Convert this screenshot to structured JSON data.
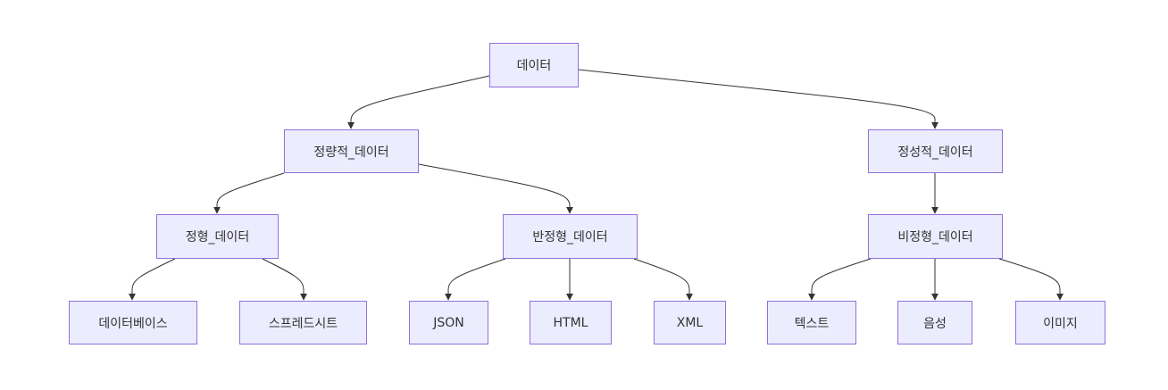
{
  "diagram": {
    "type": "flowchart-tree",
    "colors": {
      "node_fill": "#ECECFF",
      "node_border": "#9370DB",
      "edge": "#333333",
      "text": "#333333"
    },
    "nodes": {
      "data": "데이터",
      "quantitative": "정량적_데이터",
      "qualitative": "정성적_데이터",
      "structured": "정형_데이터",
      "semi_structured": "반정형_데이터",
      "unstructured": "비정형_데이터",
      "database": "데이터베이스",
      "spreadsheet": "스프레드시트",
      "json": "JSON",
      "html": "HTML",
      "xml": "XML",
      "text": "텍스트",
      "audio": "음성",
      "image": "이미지"
    },
    "edges": [
      [
        "data",
        "quantitative"
      ],
      [
        "data",
        "qualitative"
      ],
      [
        "quantitative",
        "structured"
      ],
      [
        "quantitative",
        "semi_structured"
      ],
      [
        "qualitative",
        "unstructured"
      ],
      [
        "structured",
        "database"
      ],
      [
        "structured",
        "spreadsheet"
      ],
      [
        "semi_structured",
        "json"
      ],
      [
        "semi_structured",
        "html"
      ],
      [
        "semi_structured",
        "xml"
      ],
      [
        "unstructured",
        "text"
      ],
      [
        "unstructured",
        "audio"
      ],
      [
        "unstructured",
        "image"
      ]
    ]
  }
}
